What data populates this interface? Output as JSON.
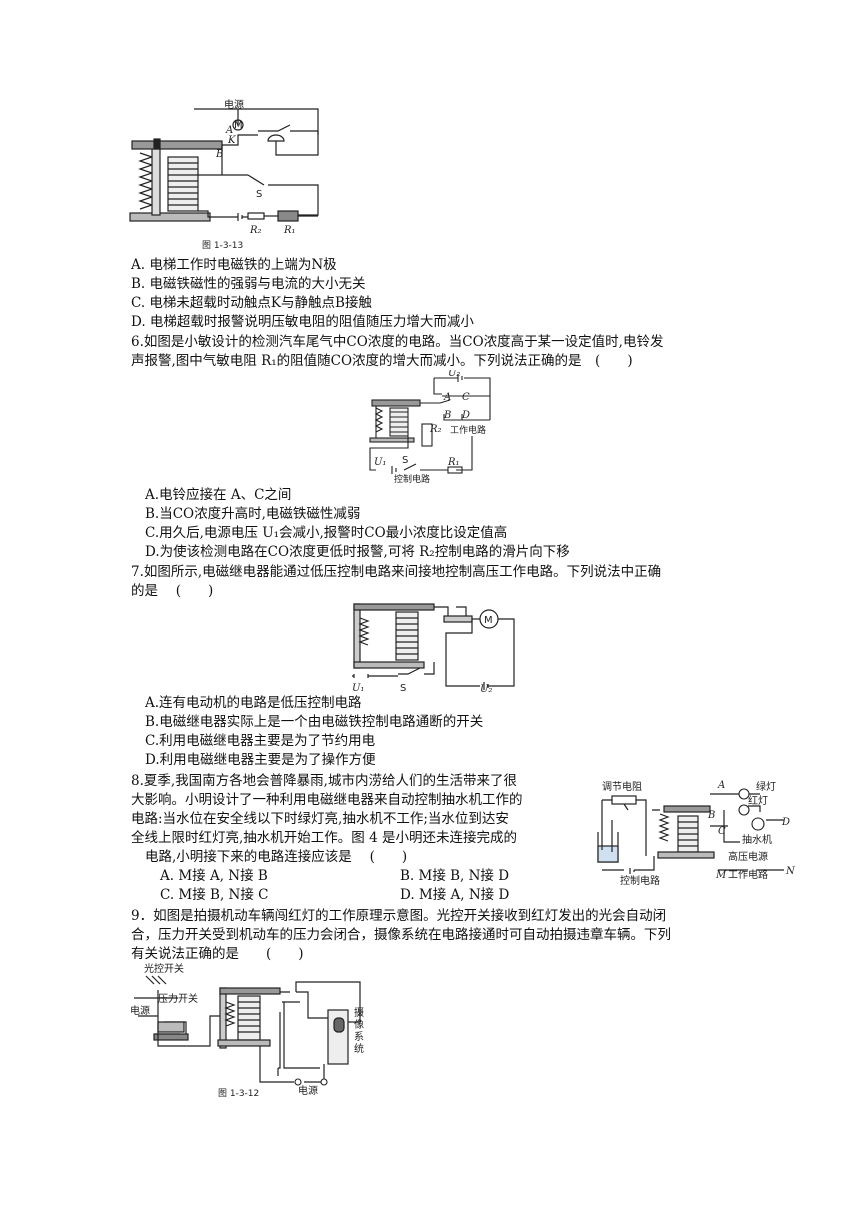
{
  "q5": {
    "fig_caption": "图 1-3-13",
    "fig_labels": {
      "power": "电源",
      "motor": "M",
      "a": "A",
      "k": "K",
      "b": "B",
      "s": "S",
      "r2": "R₂",
      "r1": "R₁"
    },
    "options": [
      "A. 电梯工作时电磁铁的上端为N极",
      "B. 电磁铁磁性的强弱与电流的大小无关",
      "C. 电梯未超载时动触点K与静触点B接触",
      "D. 电梯超载时报警说明压敏电阻的阻值随压力增大而减小"
    ]
  },
  "q6": {
    "stem_line1": "6.如图是小敏设计的检测汽车尾气中CO浓度的电路。当CO浓度高于某一设定值时,电铃发",
    "stem_line2": "声报警,图中气敏电阻 R₁的阻值随CO浓度的增大而减小。下列说法正确的是　(　　)",
    "fig_labels": {
      "u2": "U₂",
      "a": "A",
      "c": "C",
      "b": "B",
      "d": "D",
      "r2": "R₂",
      "work": "工作电路",
      "u1": "U₁",
      "s": "S",
      "r1": "R₁",
      "control": "控制电路"
    },
    "options": [
      "A.电铃应接在 A、C之间",
      "B.当CO浓度升高时,电磁铁磁性减弱",
      "C.用久后,电源电压 U₁会减小,报警时CO最小浓度比设定值高",
      "D.为使该检测电路在CO浓度更低时报警,可将 R₂控制电路的滑片向下移"
    ]
  },
  "q7": {
    "stem_line1": "7.如图所示,电磁继电器能通过低压控制电路来间接地控制高压工作电路。下列说法中正确",
    "stem_line2": "的是　 (　　)",
    "fig_labels": {
      "motor": "M",
      "u1": "U₁",
      "s": "S",
      "u2": "U₂"
    },
    "options": [
      "A.连有电动机的电路是低压控制电路",
      "B.电磁继电器实际上是一个由电磁铁控制电路通断的开关",
      "C.利用电磁继电器主要是为了节约用电",
      "D.利用电磁继电器主要是为了操作方便"
    ]
  },
  "q8": {
    "stem_lines": [
      "8.夏季,我国南方各地会普降暴雨,城市内涝给人们的生活带来了很",
      "大影响。小明设计了一种利用电磁继电器来自动控制抽水机工作的",
      "电路:当水位在安全线以下时绿灯亮,抽水机不工作;当水位到达安",
      "全线上限时红灯亮,抽水机开始工作。图 4 是小明还未连接完成的",
      "电路,小明接下来的电路连接应该是　 (　　)"
    ],
    "fig_labels": {
      "adj": "调节电阻",
      "a": "A",
      "green": "绿灯",
      "b": "B",
      "red": "红灯",
      "c": "C",
      "pump": "抽水机",
      "d": "D",
      "hv": "高压电源",
      "m": "M",
      "n": "N",
      "work": "工作电路",
      "control": "控制电路"
    },
    "options": [
      "A. M接 A, N接 B",
      "B. M接 B, N接 D",
      "C. M接 B, N接 C",
      "D. M接 A, N接 D"
    ]
  },
  "q9": {
    "stem_lines": [
      "9．如图是拍摄机动车辆闯红灯的工作原理示意图。光控开关接收到红灯发出的光会自动闭",
      "合，压力开关受到机动车的压力会闭合，摄像系统在电路接通时可自动拍摄违章车辆。下列",
      "有关说法正确的是　　(　　)"
    ],
    "fig_labels": {
      "light": "光控开关",
      "power1": "电源",
      "pressure": "压力开关",
      "camera": "摄像系统",
      "power2": "电源"
    },
    "fig_caption": "图 1-3-12"
  }
}
